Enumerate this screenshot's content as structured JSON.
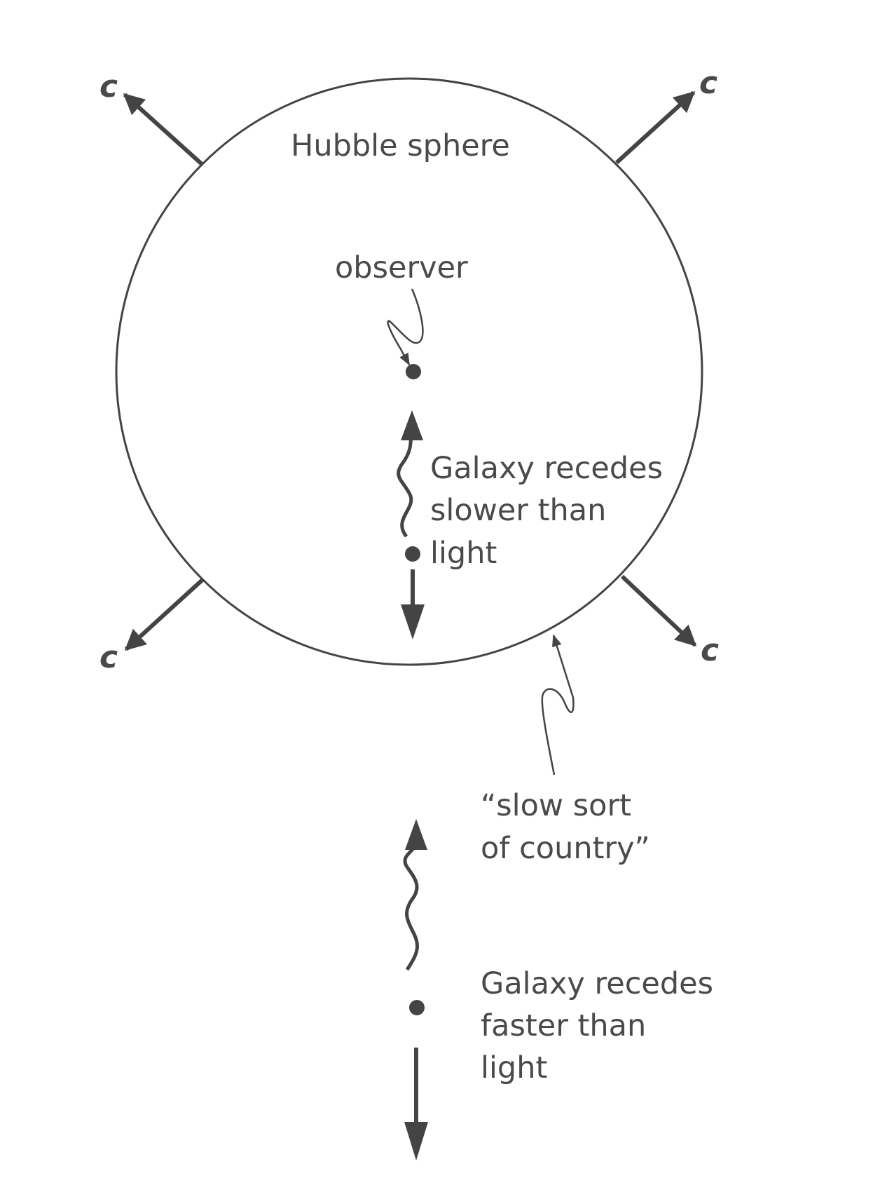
{
  "figure": {
    "sphere_label": "Hubble sphere",
    "observer_label": "observer",
    "speed_of_light_symbol": "c",
    "inner_galaxy": {
      "lines": [
        "Galaxy recedes",
        "slower than",
        "light"
      ]
    },
    "boundary_label": {
      "lines": [
        "“slow sort",
        "of country”"
      ]
    },
    "outer_galaxy": {
      "lines": [
        "Galaxy recedes",
        "faster than",
        "light"
      ]
    },
    "colors": {
      "ink": "#444444",
      "text": "#4a4a4a",
      "background": "#ffffff"
    }
  }
}
